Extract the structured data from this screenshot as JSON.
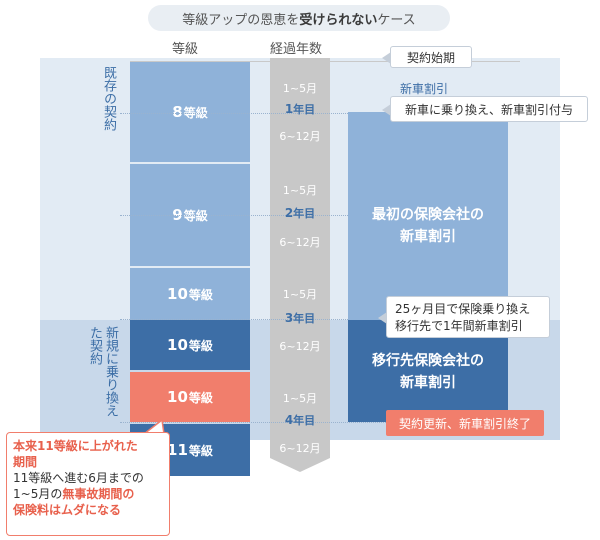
{
  "title": {
    "pre": "等級アップの恩恵を",
    "strong": "受けられない",
    "post": "ケース"
  },
  "headers": {
    "grade": "等級",
    "years": "経過年数"
  },
  "side_labels": {
    "existing": "既存の契約",
    "new": "新規に乗り換えた契約"
  },
  "grades": [
    {
      "num": "8",
      "unit": "等級"
    },
    {
      "num": "9",
      "unit": "等級"
    },
    {
      "num": "10",
      "unit": "等級"
    },
    {
      "num": "10",
      "unit": "等級"
    },
    {
      "num": "10",
      "unit": "等級"
    },
    {
      "num": "11",
      "unit": "等級"
    }
  ],
  "years": [
    {
      "first": "1~5月",
      "num": "1",
      "unit": "年目",
      "second": "6~12月"
    },
    {
      "first": "1~5月",
      "num": "2",
      "unit": "年目",
      "second": "6~12月"
    },
    {
      "first": "1~5月",
      "num": "3",
      "unit": "年目",
      "second": "6~12月"
    },
    {
      "first": "1~5月",
      "num": "4",
      "unit": "年目",
      "second": "6~12月"
    }
  ],
  "insurers": {
    "first_label": "新車割引",
    "first_line1": "最初の保険会社の",
    "first_line2": "新車割引",
    "second_line1": "移行先保険会社の",
    "second_line2": "新車割引"
  },
  "callouts": {
    "start": "契約始期",
    "switch_car": "新車に乗り換え、新車割引付与",
    "move_line1": "25ヶ月目で保険乗り換え",
    "move_line2": "移行先で1年間新車割引",
    "end": "契約更新、新車割引終了"
  },
  "note": {
    "title_line1": "本来11等級に上がれた",
    "title_line2": "期間",
    "body_line1": "11等級へ進む6月までの",
    "body_line2_pre": "1~5月の",
    "body_line2_red": "無事故期間の",
    "body_line3_red": "保険料はムダになる"
  },
  "colors": {
    "light_blue": "#8fb2d9",
    "dark_blue": "#3d6ea6",
    "coral": "#f17e6c",
    "gray_bar": "#c8c8c8"
  }
}
